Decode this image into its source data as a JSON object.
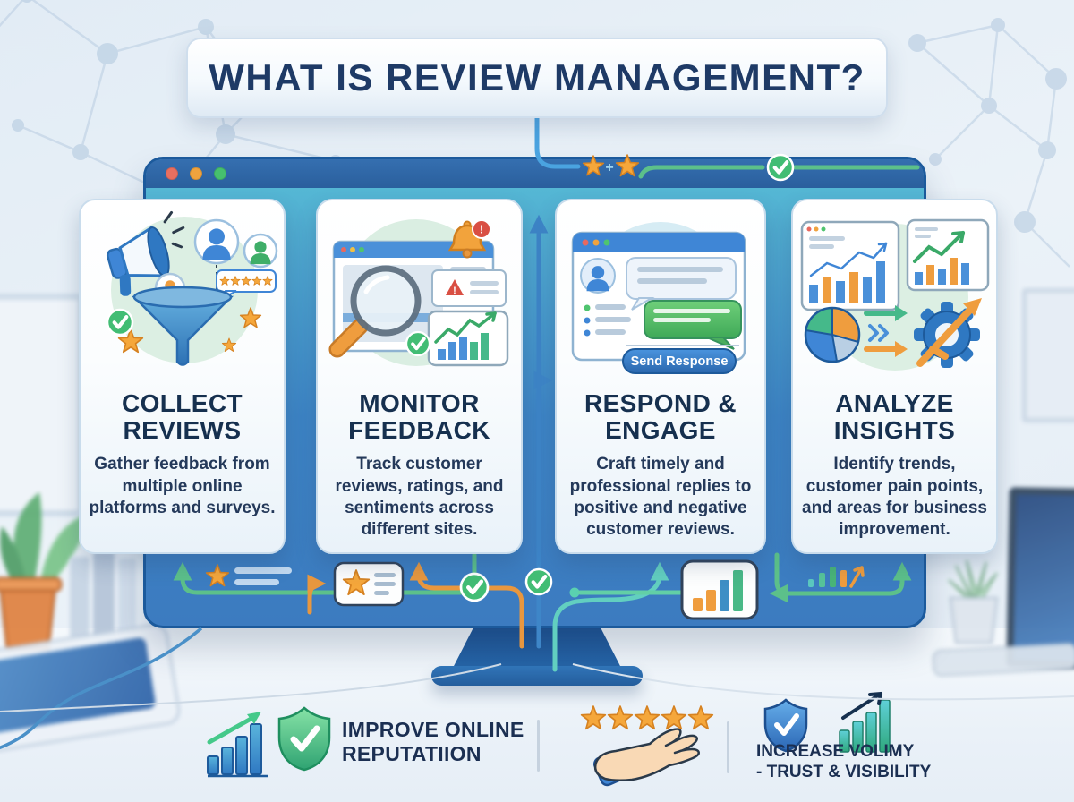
{
  "title": "WHAT IS REVIEW MANAGEMENT?",
  "connector": {
    "plus": "+"
  },
  "icons": {
    "bell_exclamation": "!",
    "alert_exclamation": "!"
  },
  "cards": [
    {
      "title_line1": "COLLECT",
      "title_line2": "REVIEWS",
      "description": "Gather feedback from multiple online platforms and surveys."
    },
    {
      "title_line1": "MONITOR",
      "title_line2": "FEEDBACK",
      "description": "Track customer reviews, ratings, and sentiments across different sites."
    },
    {
      "title_line1": "RESPOND &",
      "title_line2": "ENGAGE",
      "description": "Craft timely and professional replies to positive and negative customer reviews.",
      "button_label": "Send Response"
    },
    {
      "title_line1": "ANALYZE",
      "title_line2": "INSIGHTS",
      "description": "Identify trends, customer pain points, and areas for business improvement."
    }
  ],
  "footer": {
    "improve": {
      "line1": "IMPROVE ONLINE",
      "line2": "REPUTATIION"
    },
    "increase": {
      "line1": "INCREASE VOLIMY",
      "line2": "- TRUST & VISIBILITY"
    }
  },
  "colors": {
    "navy": "#1c3557",
    "blue": "#2f78c2",
    "teal": "#56c3d8",
    "green": "#42bd74",
    "orange": "#f2a33c",
    "red": "#d94f43"
  }
}
